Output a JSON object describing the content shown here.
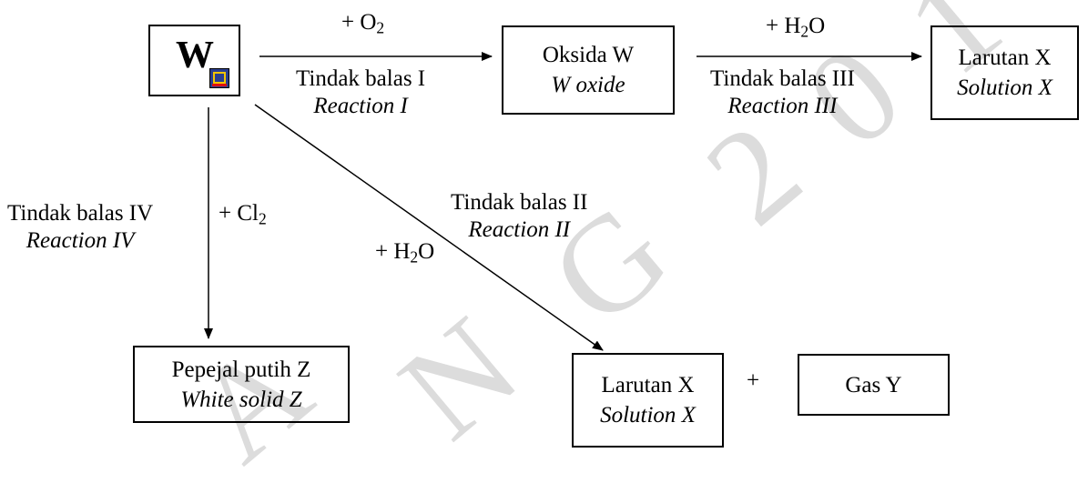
{
  "reactant": {
    "symbol": "W"
  },
  "boxes": {
    "oxide": {
      "ms": "Oksida W",
      "en": "W oxide"
    },
    "solution_top": {
      "ms": "Larutan X",
      "en": "Solution X"
    },
    "white_solid": {
      "ms": "Pepejal putih Z",
      "en": "White solid Z"
    },
    "solution_bottom": {
      "ms": "Larutan X",
      "en": "Solution X"
    },
    "gas": {
      "text": "Gas Y"
    }
  },
  "reagents": {
    "oxygen": {
      "prefix": "+ O",
      "sub": "2"
    },
    "water_top": {
      "prefix": "+ H",
      "sub": "2",
      "suffix": "O"
    },
    "chlorine": {
      "prefix": "+ Cl",
      "sub": "2"
    },
    "water_diag": {
      "prefix": "+ H",
      "sub": "2",
      "suffix": "O"
    }
  },
  "reactions": {
    "I": {
      "ms": "Tindak balas I",
      "en": "Reaction I"
    },
    "II": {
      "ms": "Tindak balas II",
      "en": "Reaction II"
    },
    "III": {
      "ms": "Tindak balas III",
      "en": "Reaction III"
    },
    "IV": {
      "ms": "Tindak balas IV",
      "en": "Reaction IV"
    }
  },
  "plus_sign": "+",
  "watermark": {
    "letters": [
      "A",
      "N",
      "G",
      "2",
      "0",
      "1"
    ]
  }
}
